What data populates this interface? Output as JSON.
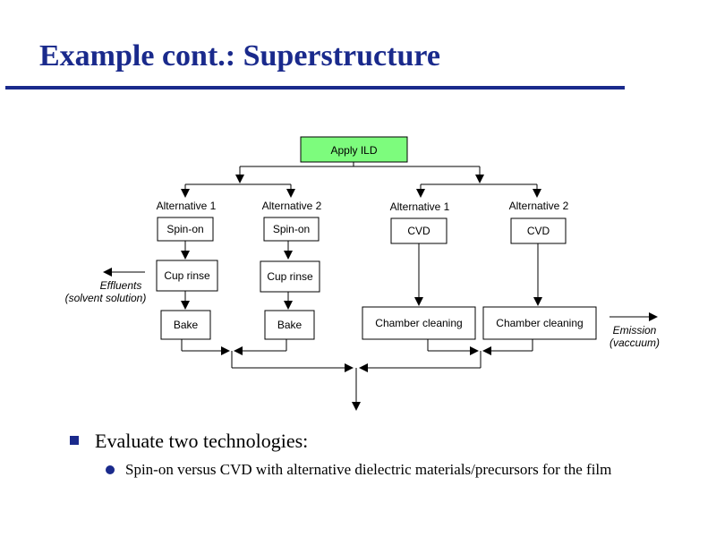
{
  "title": "Example cont.: Superstructure",
  "colors": {
    "title": "#1a2a8c",
    "root_box_fill": "#7dfc7d",
    "bullet": "#1a2a8c"
  },
  "diagram": {
    "root": "Apply ILD",
    "alt1_spin_label": "Alternative 1",
    "alt2_spin_label": "Alternative 2",
    "alt1_cvd_label": "Alternative 1",
    "alt2_cvd_label": "Alternative 2",
    "spin_on_1": "Spin-on",
    "spin_on_2": "Spin-on",
    "cvd_1": "CVD",
    "cvd_2": "CVD",
    "cup_rinse_1": "Cup rinse",
    "cup_rinse_2": "Cup rinse",
    "bake_1": "Bake",
    "bake_2": "Bake",
    "chamber_cleaning_1": "Chamber cleaning",
    "chamber_cleaning_2": "Chamber cleaning",
    "effluents": "Effluents",
    "effluents_detail": "(solvent solution)",
    "emission": "Emission",
    "emission_detail": "(vaccuum)"
  },
  "bullets": {
    "main": "Evaluate two technologies:",
    "sub": "Spin-on versus CVD with alternative dielectric materials/precursors for the film"
  }
}
